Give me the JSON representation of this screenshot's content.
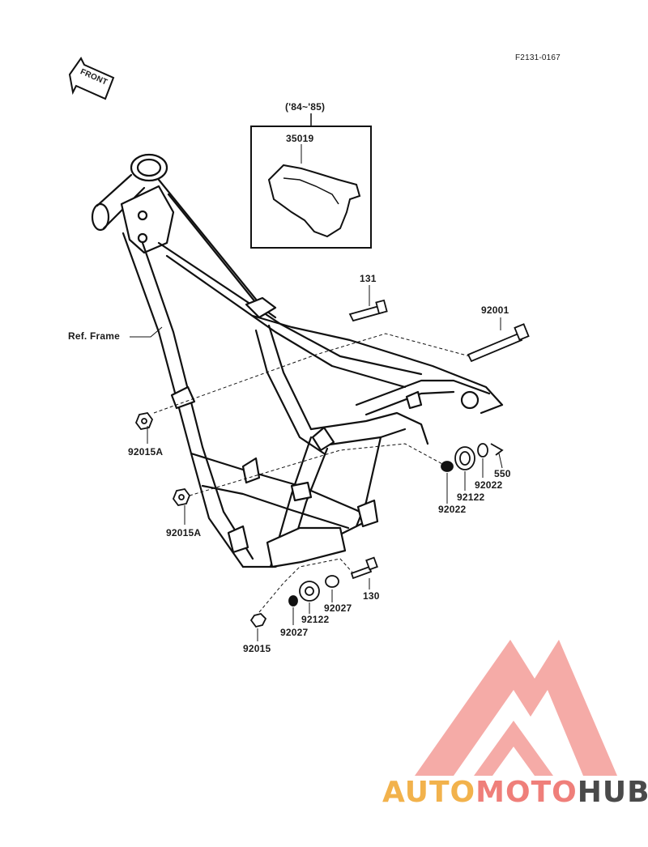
{
  "figure_code": "F2131-0167",
  "front_label": "FRONT",
  "variant_label": "('84~'85)",
  "ref_frame_label": "Ref. Frame",
  "parts": {
    "p35019": "35019",
    "p131": "131",
    "p92001": "92001",
    "p92015A_upper": "92015A",
    "p92015A_lower": "92015A",
    "p550": "550",
    "p92022_right_a": "92022",
    "p92122_right": "92122",
    "p92022_right_b": "92022",
    "p130": "130",
    "p92027_a": "92027",
    "p92122_bottom": "92122",
    "p92027_b": "92027",
    "p92015": "92015"
  },
  "watermark": {
    "part1": "AUTO",
    "part2": "MOTO",
    "part3": "HUB",
    "colors": {
      "orange": "#f2b24c",
      "salmon": "#ef7f7a",
      "gray": "#4a4a4a"
    }
  }
}
